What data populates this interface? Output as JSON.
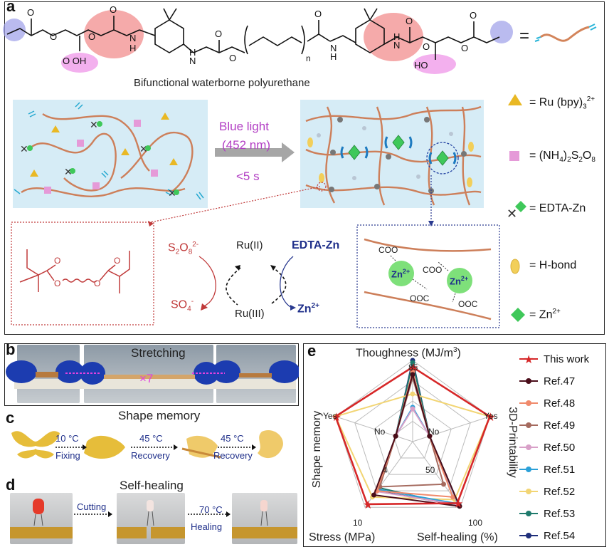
{
  "panel_a": {
    "label": "a",
    "polymer_caption": "Bifunctional waterborne polyurethane",
    "n_sub": "n",
    "chem_O": "O",
    "chem_OH": "O   OH",
    "chem_HO": "HO",
    "chem_N": "N",
    "chem_H": "H",
    "blue_light": "Blue light",
    "wavelength": "(452 nm)",
    "time": "<5 s",
    "legend": {
      "ru": "= Ru (bpy)",
      "ru_sup": "2+",
      "ru_sub": "3",
      "aps": "= (NH",
      "aps_sub1": "4",
      "aps_mid": ")",
      "aps_sub2": "2",
      "aps_s": "S",
      "aps_sub3": "2",
      "aps_o": "O",
      "aps_sub4": "8",
      "edta": "= EDTA-Zn",
      "hbond": "= H-bond",
      "zn": "= Zn",
      "zn_sup": "2+"
    },
    "cycle": {
      "s2o8": "S",
      "s2o8_sub": "2",
      "s2o8_o": "O",
      "s2o8_sub2": "8",
      "s2o8_sup": "2-",
      "so4": "SO",
      "so4_sub": "4",
      "so4_sup": "-",
      "ru2": "Ru(II)",
      "ru3": "Ru(III)",
      "edta_zn": "EDTA-Zn",
      "zn2": "Zn",
      "zn2_sup": "2+"
    },
    "zn_box": {
      "coo1": "COO",
      "coo2": "COO",
      "ooc1": "OOC",
      "ooc2": "OOC",
      "zn": "Zn",
      "sup": "2+"
    }
  },
  "panel_b": {
    "label": "b",
    "title": "Stretching",
    "factor": "×7"
  },
  "panel_c": {
    "label": "c",
    "title": "Shape memory",
    "steps": [
      {
        "top": "10 °C",
        "bottom": "Fixing"
      },
      {
        "top": "45 °C",
        "bottom": "Recovery"
      },
      {
        "top": "45 °C",
        "bottom": "Recovery"
      }
    ]
  },
  "panel_d": {
    "label": "d",
    "title": "Self-healing",
    "steps": [
      {
        "top": "Cutting",
        "bottom": ""
      },
      {
        "top": "70 °C",
        "bottom": "Healing"
      }
    ]
  },
  "panel_e": {
    "label": "e",
    "axes": {
      "top": "Thoughness (MJ/m",
      "top_sup": "3",
      "top_close": ")",
      "right": "3D-Printability",
      "bottom_right": "Self-healing (%)",
      "bottom_left": "Stress (MPa)",
      "left": "Shape memory"
    },
    "ticks": {
      "t85": "85",
      "yes_l": "Yes",
      "yes_r": "Yes",
      "no_l": "No",
      "no_r": "No",
      "t10": "10",
      "t4": "4",
      "t50": "50",
      "t100": "100"
    }
  },
  "chart_data": {
    "type": "radar",
    "axes": [
      "Thoughness (MJ/m3)",
      "3D-Printability",
      "Self-healing (%)",
      "Stress (MPa)",
      "Shape memory"
    ],
    "ranges": [
      [
        0,
        85
      ],
      [
        0,
        1
      ],
      [
        0,
        100
      ],
      [
        0,
        10
      ],
      [
        0,
        1
      ]
    ],
    "series": [
      {
        "name": "This work",
        "values": [
          76,
          1,
          92,
          9.4,
          1
        ],
        "color": "#d62728"
      },
      {
        "name": "Ref.47",
        "values": [
          66,
          0,
          98,
          7.6,
          0
        ],
        "color": "#4a0d1a"
      },
      {
        "name": "Ref.48",
        "values": [
          70,
          0,
          80,
          6.8,
          0
        ],
        "color": "#f08a6c"
      },
      {
        "name": "Ref.49",
        "values": [
          62,
          0,
          55,
          6.0,
          0
        ],
        "color": "#a56a5e"
      },
      {
        "name": "Ref.50",
        "values": [
          20,
          0,
          95,
          6.9,
          0
        ],
        "color": "#d8a0c8"
      },
      {
        "name": "Ref.51",
        "values": [
          22,
          0,
          93,
          6.5,
          0
        ],
        "color": "#2ba0d8"
      },
      {
        "name": "Ref.52",
        "values": [
          40,
          1,
          85,
          8.0,
          1
        ],
        "color": "#f2d574"
      },
      {
        "name": "Ref.53",
        "values": [
          82,
          0,
          98,
          6.2,
          0
        ],
        "color": "#1e7a6c"
      },
      {
        "name": "Ref.54",
        "values": [
          85,
          0,
          96,
          6.8,
          0
        ],
        "color": "#1f2f7a"
      }
    ]
  }
}
